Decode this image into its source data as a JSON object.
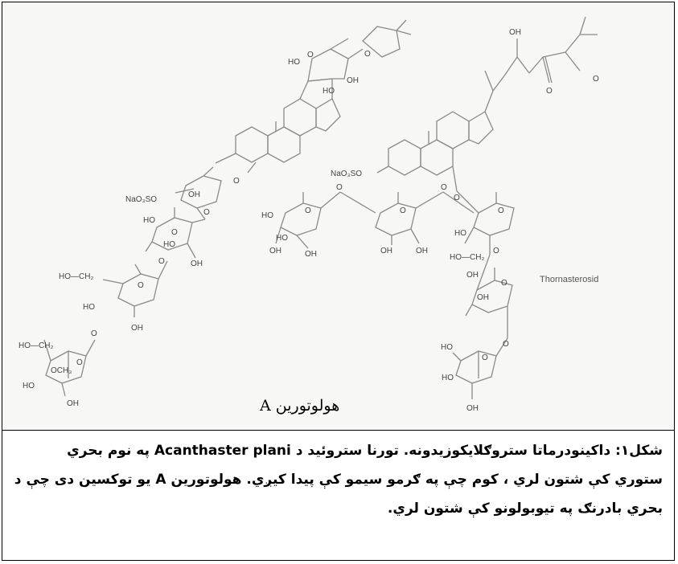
{
  "figure": {
    "compound_a_label": "هولوتورين A",
    "compound_b_label": "Thornasterosid",
    "atom_labels": {
      "ho": "HO",
      "oh": "OH",
      "o": "O",
      "naso": "NaO₃SO",
      "ho_ch2": "HO—CH₂",
      "och3": "OCH₃"
    }
  },
  "caption": {
    "line1": "شکل۱: داکینودرماتا ستروګلايکوزيدونه. تورنا ستروئيد د Acanthaster plani په نوم بحري",
    "line2": "ستوري کې شتون لري ، کوم چې په ګرمو سيمو کې پيدا کيږي. هولوتورين A يو توکسين دی چې د",
    "line3": "بحري بادرنګ په تيوبولونو کې شتون لري."
  },
  "colors": {
    "line": "#8a8a8a",
    "text": "#000000"
  }
}
